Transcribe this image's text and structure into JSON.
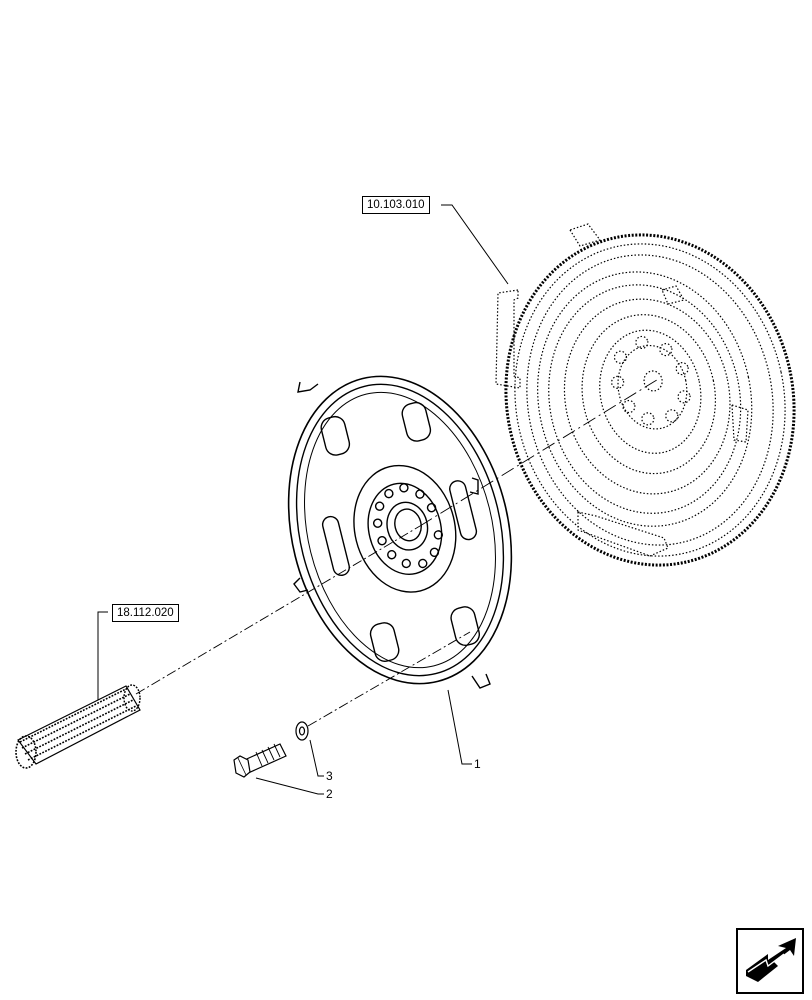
{
  "references": {
    "flywheel": "10.103.010",
    "shaft": "18.112.020"
  },
  "callouts": {
    "drive_plate": "1",
    "bolt": "2",
    "washer": "3"
  },
  "nav_icon": "next-page-arrow-icon"
}
